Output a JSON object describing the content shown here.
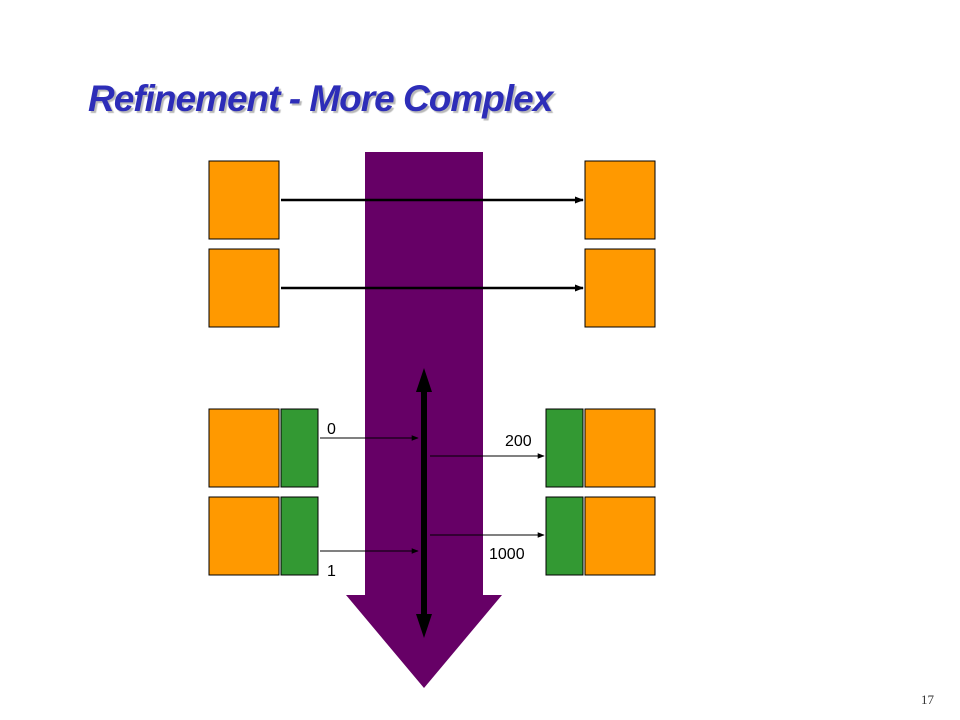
{
  "slide": {
    "title": "Refinement - More Complex",
    "page_number": "17"
  },
  "diagram": {
    "labels": {
      "top_left": "0",
      "bottom_left": "1",
      "top_right": "200",
      "bottom_right": "1000"
    }
  },
  "colors": {
    "title": "#2d2db8",
    "orange_box": "#ff9900",
    "green_box": "#339933",
    "purple_arrow": "#660066",
    "line": "#000000"
  }
}
